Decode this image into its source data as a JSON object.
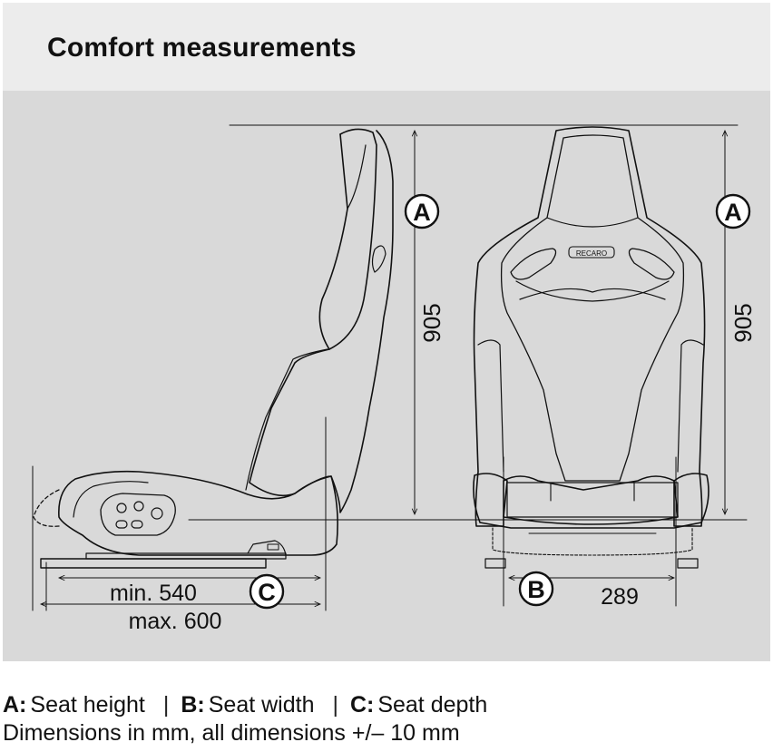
{
  "header": {
    "title": "Comfort measurements"
  },
  "diagram": {
    "side_view": {
      "height_marker": "A",
      "height_value": "905",
      "depth_marker": "C",
      "depth_min": "min. 540",
      "depth_max": "max. 600"
    },
    "front_view": {
      "height_marker": "A",
      "height_value": "905",
      "width_marker": "B",
      "width_value": "289",
      "brand_badge": "RECARO"
    }
  },
  "legend": {
    "a_key": "A:",
    "a_text": "Seat height",
    "separator": "|",
    "b_key": "B:",
    "b_text": "Seat width",
    "c_key": "C:",
    "c_text": "Seat depth",
    "note": "Dimensions in mm, all dimensions +/– 10 mm"
  }
}
